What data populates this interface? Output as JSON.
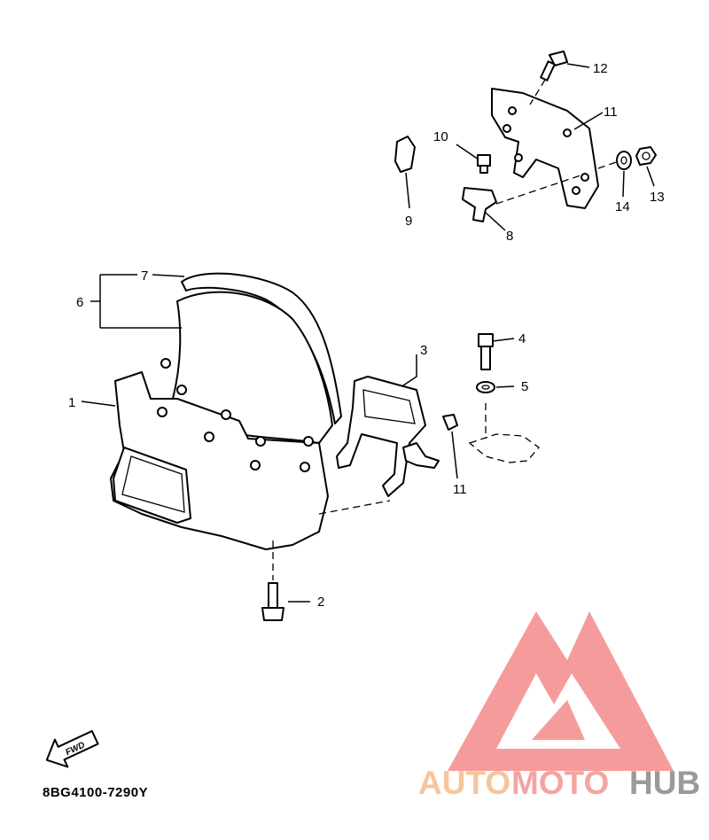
{
  "diagram": {
    "callouts": [
      {
        "id": "c1",
        "label": "1"
      },
      {
        "id": "c2",
        "label": "2"
      },
      {
        "id": "c3",
        "label": "3"
      },
      {
        "id": "c4",
        "label": "4"
      },
      {
        "id": "c5",
        "label": "5"
      },
      {
        "id": "c6",
        "label": "6"
      },
      {
        "id": "c7",
        "label": "7"
      },
      {
        "id": "c8",
        "label": "8"
      },
      {
        "id": "c9",
        "label": "9"
      },
      {
        "id": "c10",
        "label": "10"
      },
      {
        "id": "c11a",
        "label": "11"
      },
      {
        "id": "c11b",
        "label": "11"
      },
      {
        "id": "c12",
        "label": "12"
      },
      {
        "id": "c13",
        "label": "13"
      },
      {
        "id": "c14",
        "label": "14"
      }
    ],
    "fwd_label": "FWD",
    "catalog_code": "8BG4100-7290Y"
  },
  "watermark": {
    "brand_part1": "AUTO",
    "brand_part2": "MOTO",
    "brand_part3": "HUB",
    "colors": {
      "auto": "#f7c59a",
      "moto": "#f5a3a3",
      "hub": "#9a9a9a",
      "logo": "#f47a7a"
    }
  }
}
